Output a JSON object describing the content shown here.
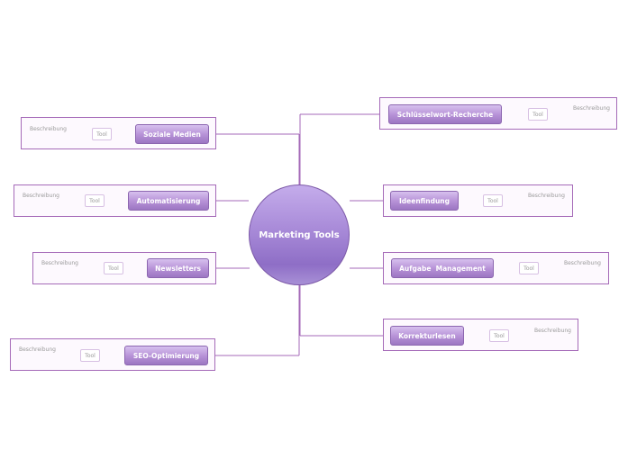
{
  "center": {
    "title": "Marketing Tools"
  },
  "branches": [
    {
      "id": "soziale-medien",
      "label": "Soziale Medien",
      "tool": "Tool",
      "description": "Beschreibung"
    },
    {
      "id": "automatisierung",
      "label": "Automatisierung",
      "tool": "Tool",
      "description": "Beschreibung"
    },
    {
      "id": "newsletters",
      "label": "Newsletters",
      "tool": "Tool",
      "description": "Beschreibung"
    },
    {
      "id": "seo-optimierung",
      "label": "SEO-Optimierung",
      "tool": "Tool",
      "description": "Beschreibung"
    },
    {
      "id": "schluesselwort-recherche",
      "label": "Schlüsselwort-Recherche",
      "tool": "Tool",
      "description": "Beschreibung"
    },
    {
      "id": "ideenfindung",
      "label": "Ideenfindung",
      "tool": "Tool",
      "description": "Beschreibung"
    },
    {
      "id": "aufgabe-management",
      "label": "Aufgabe  Management",
      "tool": "Tool",
      "description": "Beschreibung"
    },
    {
      "id": "korrekturlesen",
      "label": "Korrekturlesen",
      "tool": "Tool",
      "description": "Beschreibung"
    }
  ],
  "colors": {
    "line": "#a56ab8",
    "node": "#b590d6",
    "center": "#9c7dd0"
  }
}
